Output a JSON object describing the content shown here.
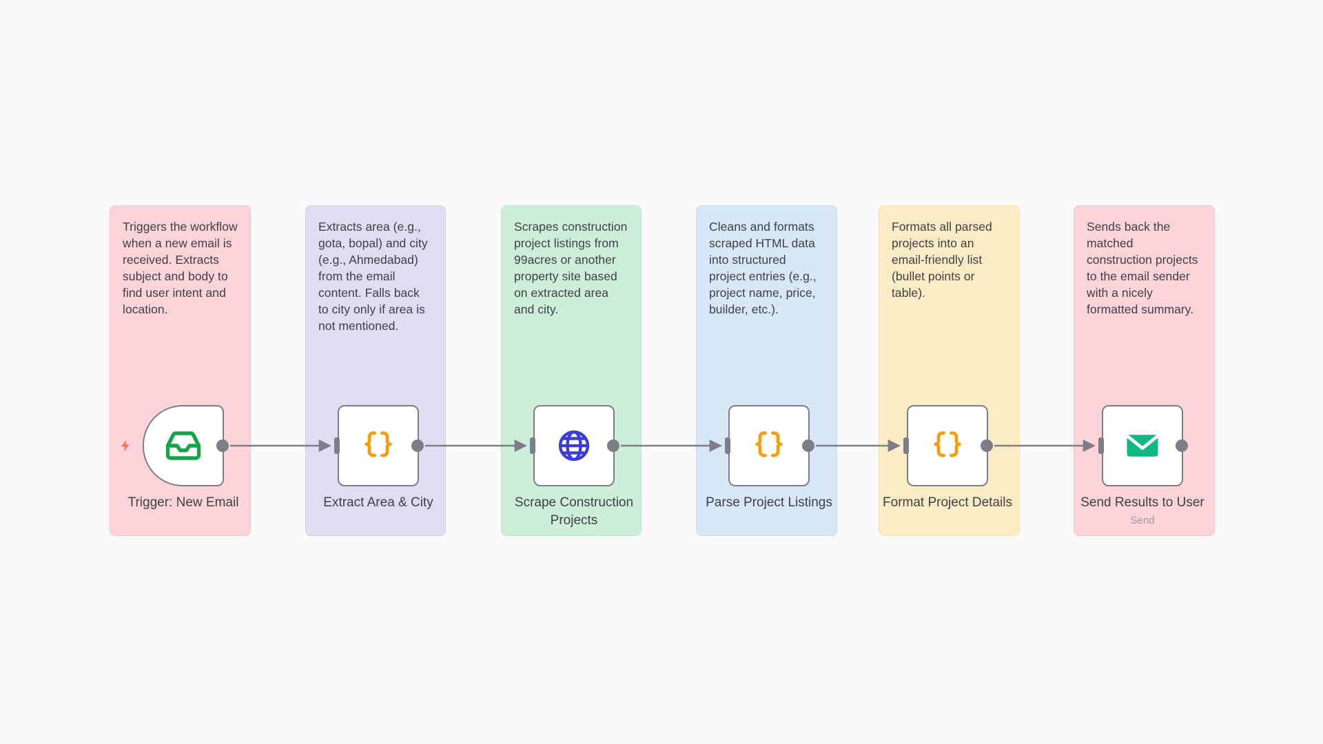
{
  "canvas": {
    "background_color": "#fafafa",
    "connector_color": "#7d7d87",
    "trigger_bolt_color": "#ff6d5a"
  },
  "sticky_notes": [
    {
      "color_name": "pink",
      "color_hex": "#fad4d8",
      "text": "Triggers the workflow when a new email is received. Extracts subject and body to find user intent and location."
    },
    {
      "color_name": "purple",
      "color_hex": "#e0ddf2",
      "text": "Extracts area (e.g., gota, bopal) and city (e.g., Ahmedabad) from the email content. Falls back to city only if area is not mentioned."
    },
    {
      "color_name": "green",
      "color_hex": "#cdefd9",
      "text": "Scrapes construction project listings from 99acres or another property site based on extracted area and city."
    },
    {
      "color_name": "blue",
      "color_hex": "#d7e7f7",
      "text": "Cleans and formats scraped HTML data into structured project entries (e.g., project name, price, builder, etc.)."
    },
    {
      "color_name": "yellow",
      "color_hex": "#fcecc6",
      "text": "Formats all parsed projects into an email-friendly list (bullet points or table)."
    },
    {
      "color_name": "pink",
      "color_hex": "#fad4d8",
      "text": "Sends back the matched construction projects to the email sender with a nicely formatted summary."
    }
  ],
  "nodes": [
    {
      "label": "Trigger: New Email",
      "sublabel": "",
      "icon": "inbox-icon",
      "icon_color": "#16a34a",
      "shape": "trigger",
      "has_input": false,
      "has_output": true
    },
    {
      "label": "Extract Area & City",
      "sublabel": "",
      "icon": "code-braces-icon",
      "icon_color": "#f59e0b",
      "shape": "square",
      "has_input": true,
      "has_output": true
    },
    {
      "label": "Scrape Construction\nProjects",
      "sublabel": "",
      "icon": "globe-icon",
      "icon_color": "#3b3bd6",
      "shape": "square",
      "has_input": true,
      "has_output": true
    },
    {
      "label": "Parse Project Listings",
      "sublabel": "",
      "icon": "code-braces-icon",
      "icon_color": "#f59e0b",
      "shape": "square",
      "has_input": true,
      "has_output": true
    },
    {
      "label": "Format Project Details",
      "sublabel": "",
      "icon": "code-braces-icon",
      "icon_color": "#f59e0b",
      "shape": "square",
      "has_input": true,
      "has_output": true
    },
    {
      "label": "Send Results to User",
      "sublabel": "Send",
      "icon": "envelope-icon",
      "icon_color": "#10b981",
      "shape": "square",
      "has_input": true,
      "has_output": true
    }
  ],
  "connections": [
    {
      "from": "Trigger: New Email",
      "to": "Extract Area & City"
    },
    {
      "from": "Extract Area & City",
      "to": "Scrape Construction Projects"
    },
    {
      "from": "Scrape Construction Projects",
      "to": "Parse Project Listings"
    },
    {
      "from": "Parse Project Listings",
      "to": "Format Project Details"
    },
    {
      "from": "Format Project Details",
      "to": "Send Results to User"
    }
  ]
}
